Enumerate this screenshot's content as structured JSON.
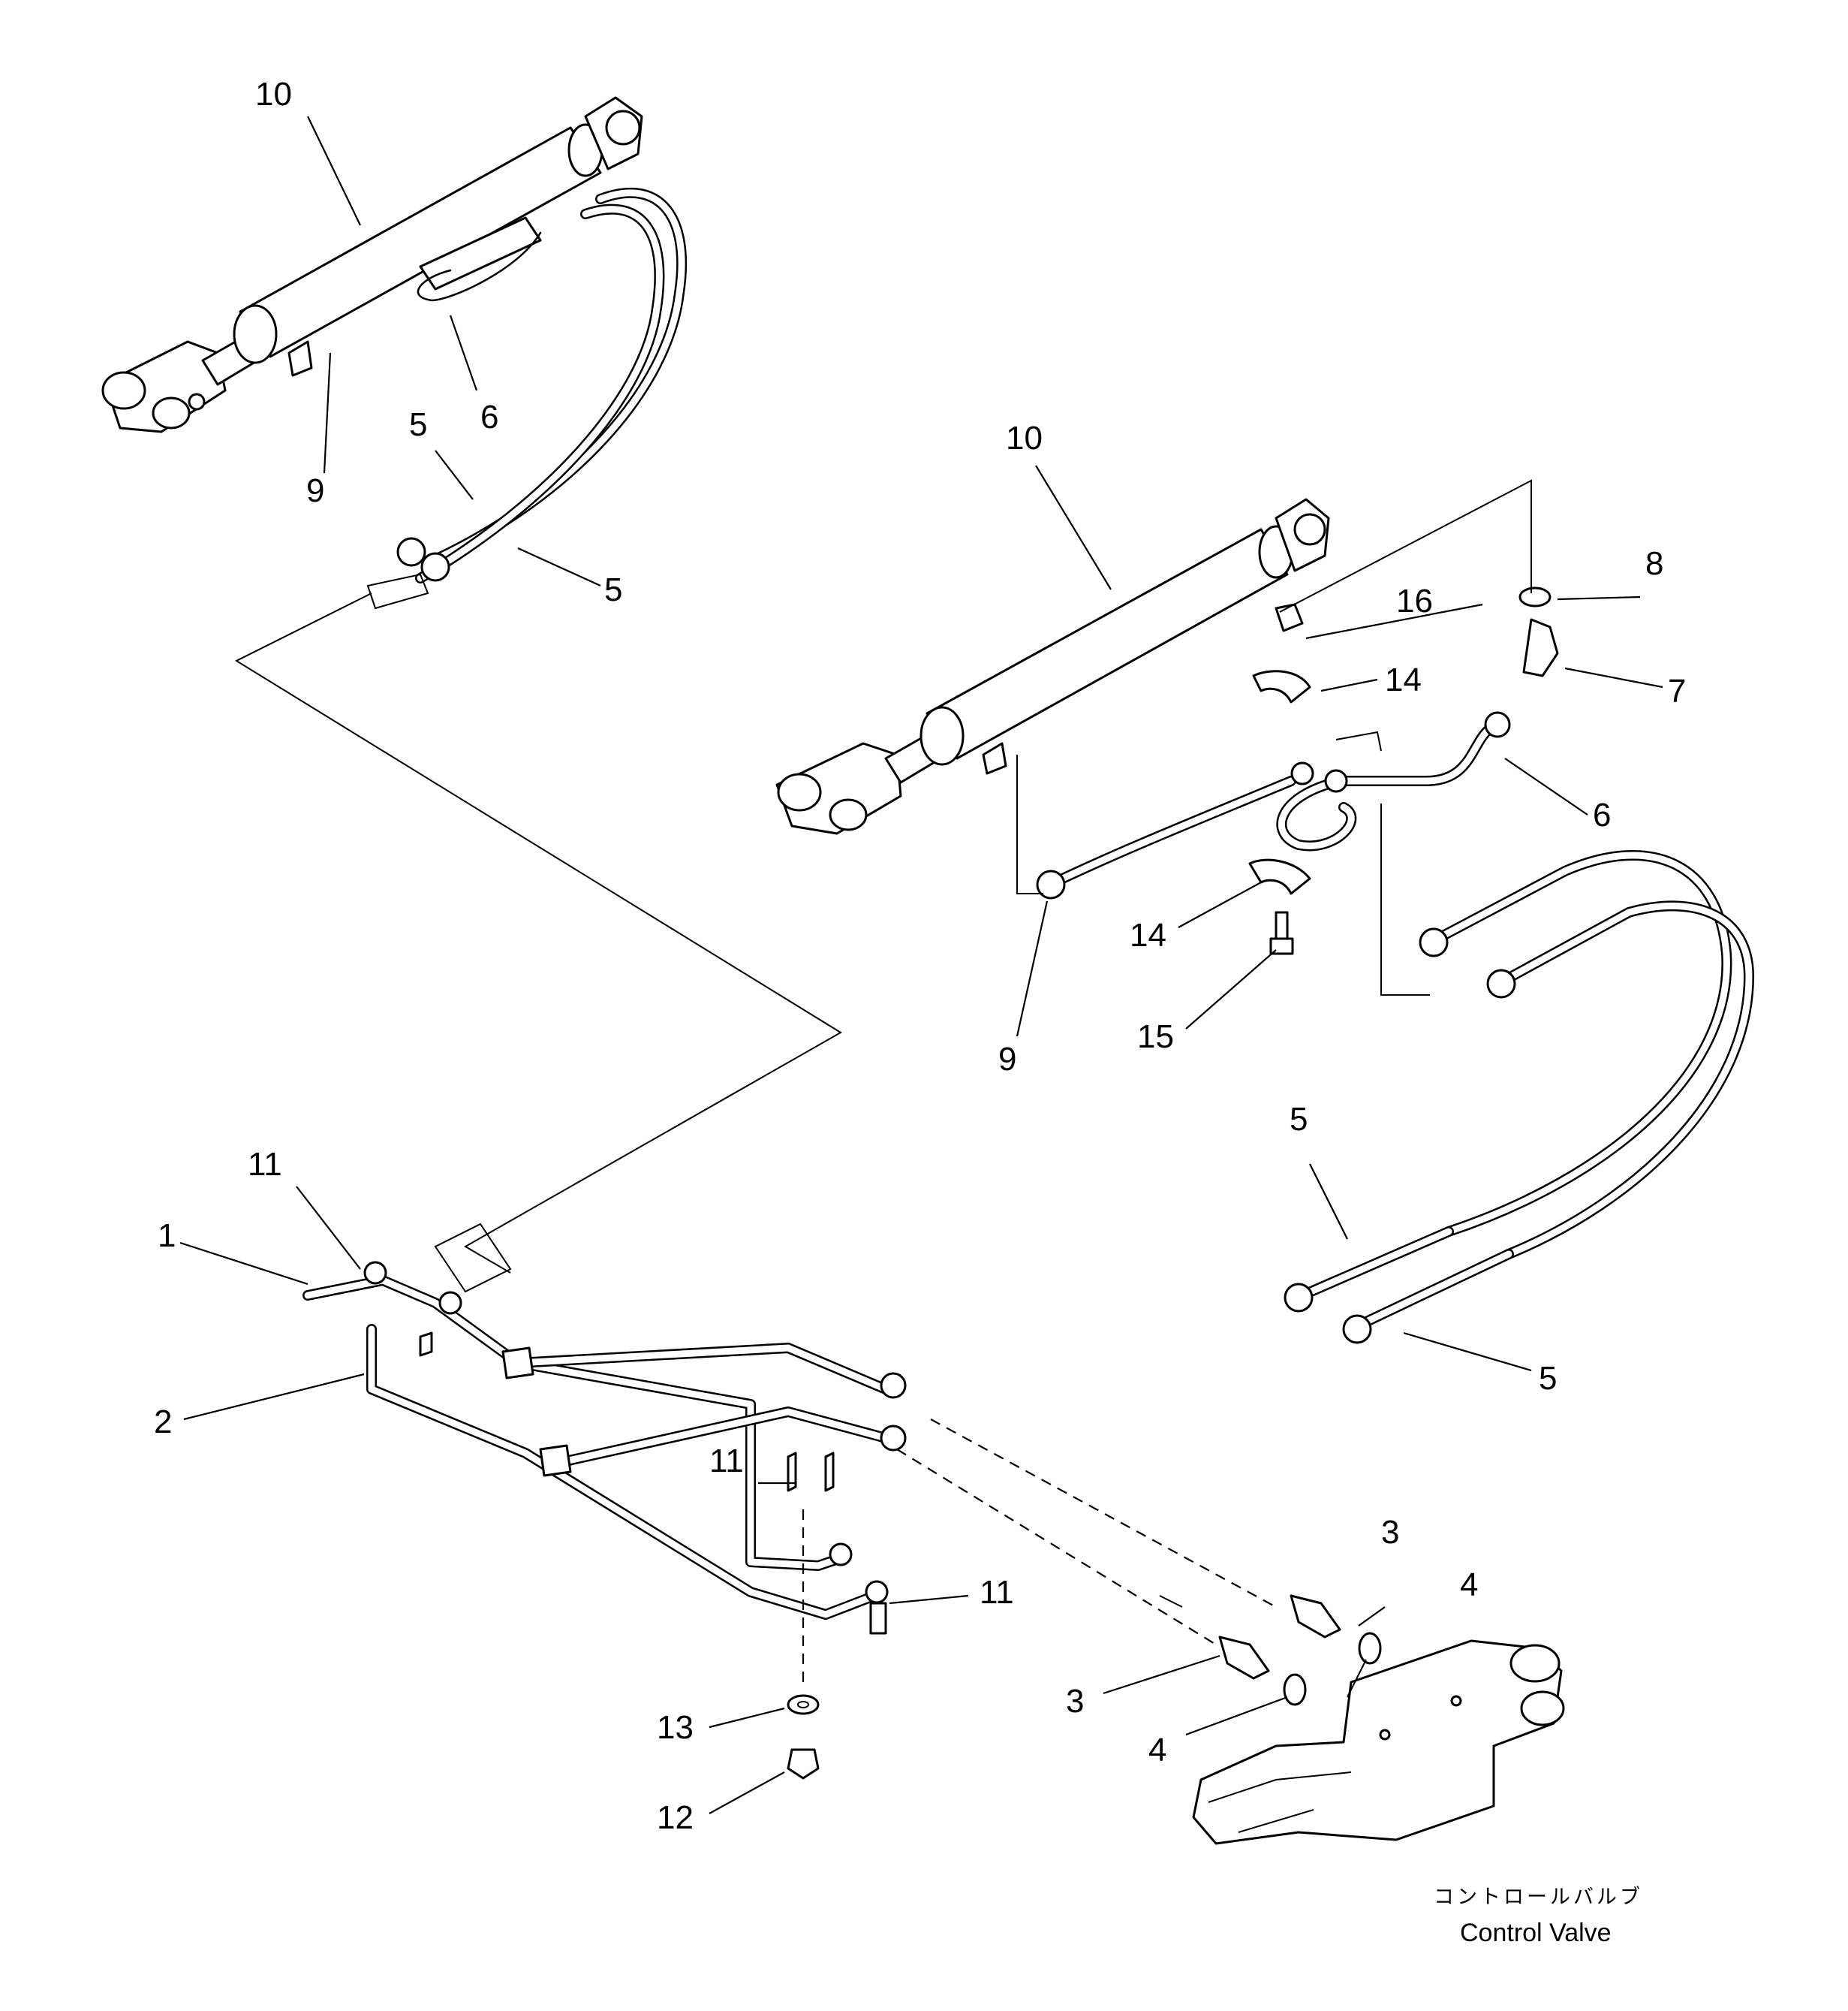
{
  "callouts": {
    "c10a": "10",
    "c6a": "6",
    "c5a": "5",
    "c9a": "9",
    "c5b": "5",
    "c10b": "10",
    "c8": "8",
    "c16": "16",
    "c7": "7",
    "c14a": "14",
    "c6b": "6",
    "c14b": "14",
    "c9b": "9",
    "c15": "15",
    "c5c": "5",
    "c5d": "5",
    "c11a": "11",
    "c1": "1",
    "c2": "2",
    "c11b": "11",
    "c11c": "11",
    "c3a": "3",
    "c4a": "4",
    "c3b": "3",
    "c4b": "4",
    "c13": "13",
    "c12": "12"
  },
  "caption": {
    "japanese": "コントロールバルブ",
    "english": "Control Valve"
  }
}
